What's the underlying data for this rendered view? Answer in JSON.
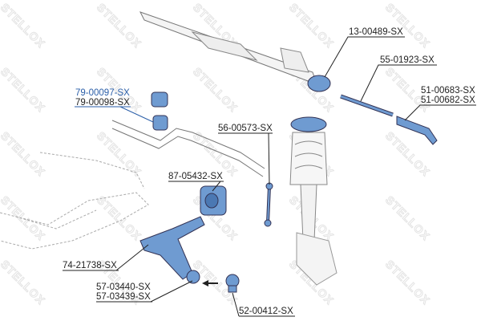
{
  "watermark": "STELLOX",
  "colors": {
    "part_blue": "#6f9bd1",
    "highlight_label": "#2a5ea8",
    "line": "#222222",
    "sketch": "#9a9a9a"
  },
  "labels": {
    "steering_rack": "13-00489-SX",
    "tie_rod": "55-01923-SX",
    "tie_rod_end_a": "51-00683-SX",
    "tie_rod_end_b": "51-00682-SX",
    "stab_bushing_a": "79-00097-SX",
    "stab_bushing_b": "79-00098-SX",
    "stab_link": "56-00573-SX",
    "arm_bushing": "87-05432-SX",
    "control_arm": "74-21738-SX",
    "ball_joint_a": "57-03440-SX",
    "ball_joint_b": "57-03439-SX",
    "ball_joint_c": "52-00412-SX"
  }
}
